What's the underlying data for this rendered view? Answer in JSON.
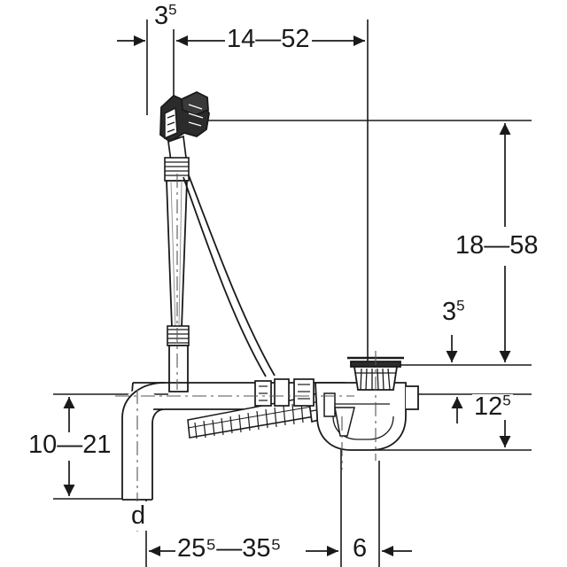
{
  "drawing": {
    "title": "Bathtub waste and overflow assembly dimensioned drawing",
    "units": "cm",
    "line_color": "#1a1a1a",
    "background_color": "#ffffff"
  },
  "dimensions": {
    "top_left": {
      "value": "3",
      "sup": "5",
      "full": "3⁵",
      "orientation": "horizontal"
    },
    "top_main": {
      "value": "14—52",
      "sup": "",
      "full": "14—52",
      "orientation": "horizontal"
    },
    "right_main": {
      "value": "18—58",
      "sup": "",
      "full": "18—58",
      "orientation": "vertical"
    },
    "right_small": {
      "value": "3",
      "sup": "5",
      "full": "3⁵",
      "orientation": "vertical"
    },
    "right_lower": {
      "value": "12",
      "sup": "5",
      "full": "12⁵",
      "orientation": "vertical"
    },
    "left_main": {
      "value": "10—21",
      "sup": "",
      "full": "10—21",
      "orientation": "vertical"
    },
    "bottom_main": {
      "value": "25⁵—35⁵",
      "sup": "",
      "full": "25⁵—35⁵",
      "orientation": "horizontal"
    },
    "bottom_right": {
      "value": "6",
      "sup": "",
      "full": "6",
      "orientation": "horizontal"
    },
    "pipe_diameter": {
      "value": "d",
      "full": "d",
      "orientation": "label"
    }
  },
  "parts": {
    "overflow_head": "overflow-control-head",
    "overflow_pipe": "vertical-overflow-pipe",
    "bowden_cable": "bowden-cable",
    "corrugated_hose": "flexible-corrugated-hose",
    "trap_body": "trap-siphon-body",
    "waste_strainer": "waste-outlet-strainer",
    "outlet_elbow": "outlet-elbow-pipe"
  }
}
